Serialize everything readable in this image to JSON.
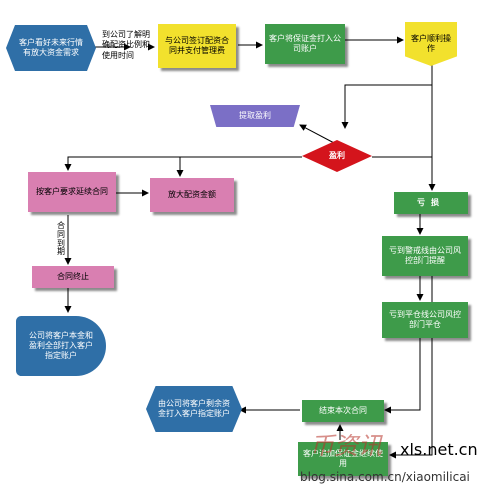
{
  "nodes": {
    "customer_bullish": "客户看好未来行情有放大资金需求",
    "learn_company": "到公司了解明确配资比例和使用时间",
    "sign_contract": "与公司签订配资合同并支付管理费",
    "deposit_margin": "客户将保证金打入公司账户",
    "smooth_operation": "客户顺利操作",
    "withdraw_profit": "提取盈利",
    "profit": "盈利",
    "loss": "亏损",
    "extend_contract": "按客户要求延续合同",
    "enlarge_amount": "放大配资金额",
    "contract_expire": "合同到期",
    "contract_end": "合同终止",
    "return_all": "公司将客户本金和盈利全部打入客户指定账户",
    "risk_warning": "亏到警戒线由公司风控部门提醒",
    "risk_liquidation": "亏到平仓线公司风控部门平仓",
    "end_contract": "结束本次合同",
    "return_remaining": "由公司将客户剩余资金打入客户指定账户",
    "add_margin": "客户追加保证金继续使用"
  },
  "watermark": {
    "brand": "币资讯",
    "site": "xls.net.cn",
    "blog": "blog.sina.com.cn/xiaomilicai"
  }
}
